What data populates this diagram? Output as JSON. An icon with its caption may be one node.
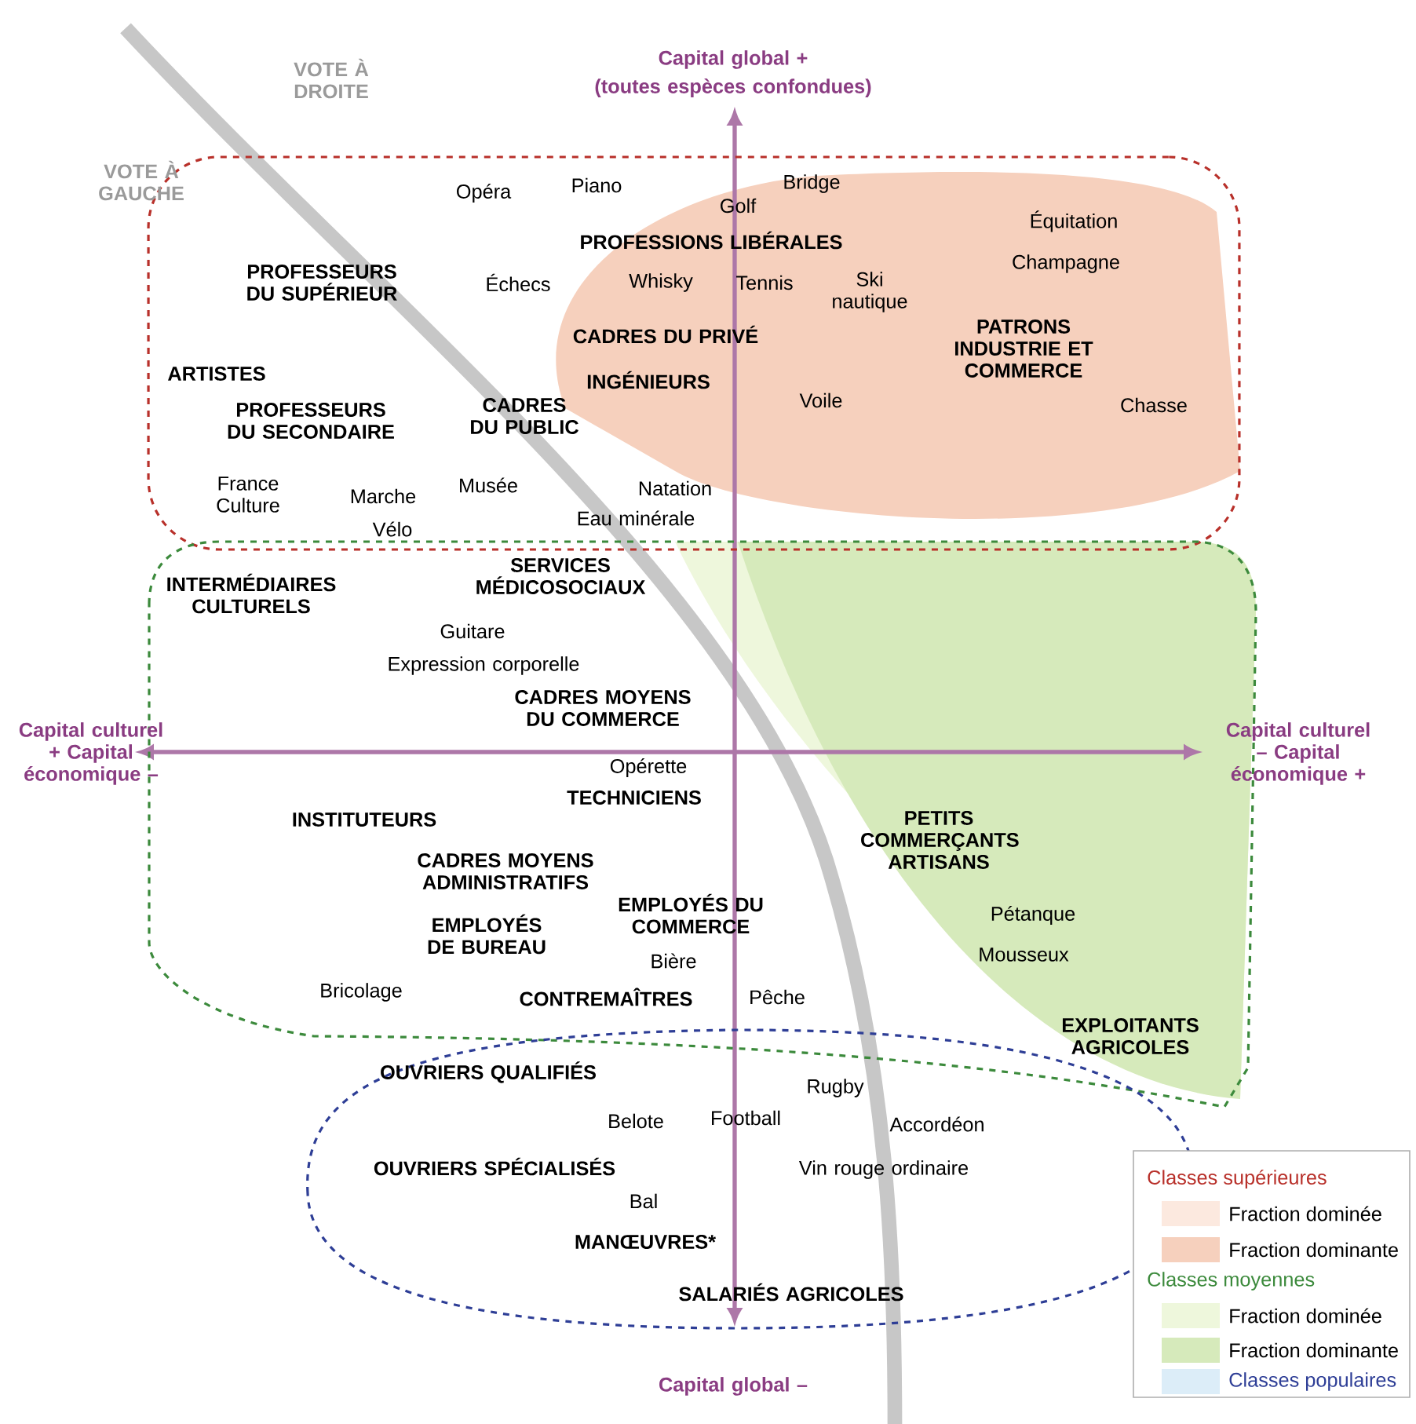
{
  "diagram": {
    "nodes": [
      {
        "text": [
          "Opéra",
          "Piano",
          "Bridge",
          "Golf",
          "Équitation",
          "PROFESSIONS LIBÉRALES",
          "Champagne",
          "PROFESSEURS DU SUPÉRIEUR",
          "Échecs",
          "Whisky",
          "Tennis",
          "Ski nautique",
          "CADRES DU PRIVÉ",
          "ARTISTES",
          "PATRONS INDUSTRIE ET COMMERCE",
          "INGÉNIEURS",
          "Voile",
          "Chasse",
          "PROFESSEURS DU SECONDAIRE",
          "CADRES DU PUBLIC",
          "France Culture",
          "Marche",
          "Musée",
          "Natation",
          "Vélo",
          "Eau minérale"
        ]
      },
      {
        "text": [
          "SERVICES MÉDICOSOCIAUX",
          "INTERMÉDIAIRES CULTURELS",
          "Guitare",
          "Expression corporelle",
          "CADRES MOYENS DU COMMERCE",
          "Opérette",
          "TECHNICIENS",
          "INSTITUTEURS",
          "PETITS COMMERÇANTS ARTISANS",
          "CADRES MOYENS ADMINISTRATIFS",
          "EMPLOYÉS DU COMMERCE",
          "EMPLOYÉS DE BUREAU",
          "Pétanque",
          "Bière",
          "Mousseux",
          "Bricolage",
          "CONTREMAÎTRES",
          "Pêche",
          "EXPLOITANTS AGRICOLES"
        ]
      },
      {
        "text": [
          "OUVRIERS QUALIFIÉS",
          "Rugby",
          "Belote",
          "Football",
          "Accordéon",
          "OUVRIERS SPÉCIALISÉS",
          "Vin rouge ordinaire",
          "Bal",
          "MANŒUVRES*",
          "SALARIÉS AGRICOLES"
        ]
      }
    ],
    "labels": [
      "VOTE À DROITE",
      "VOTE À GAUCHE",
      "Capital global +",
      "(toutes espèces confondues)",
      "Capital culturel + Capital économique –",
      "Capital culturel – Capital économique +",
      "Capital global –"
    ],
    "legend": [
      {
        "text": "Classes supérieures"
      },
      {
        "text": "Fraction dominée",
        "color": "#fce9df"
      },
      {
        "text": "Fraction dominante",
        "color": "#f6d0bd"
      },
      {
        "text": "Classes moyennes"
      },
      {
        "text": "Fraction dominée",
        "color": "#eef7dc"
      },
      {
        "text": "Fraction dominante",
        "color": "#d6eabb"
      },
      {
        "text": "Classes populaires",
        "color": "#dcedf8"
      }
    ]
  }
}
